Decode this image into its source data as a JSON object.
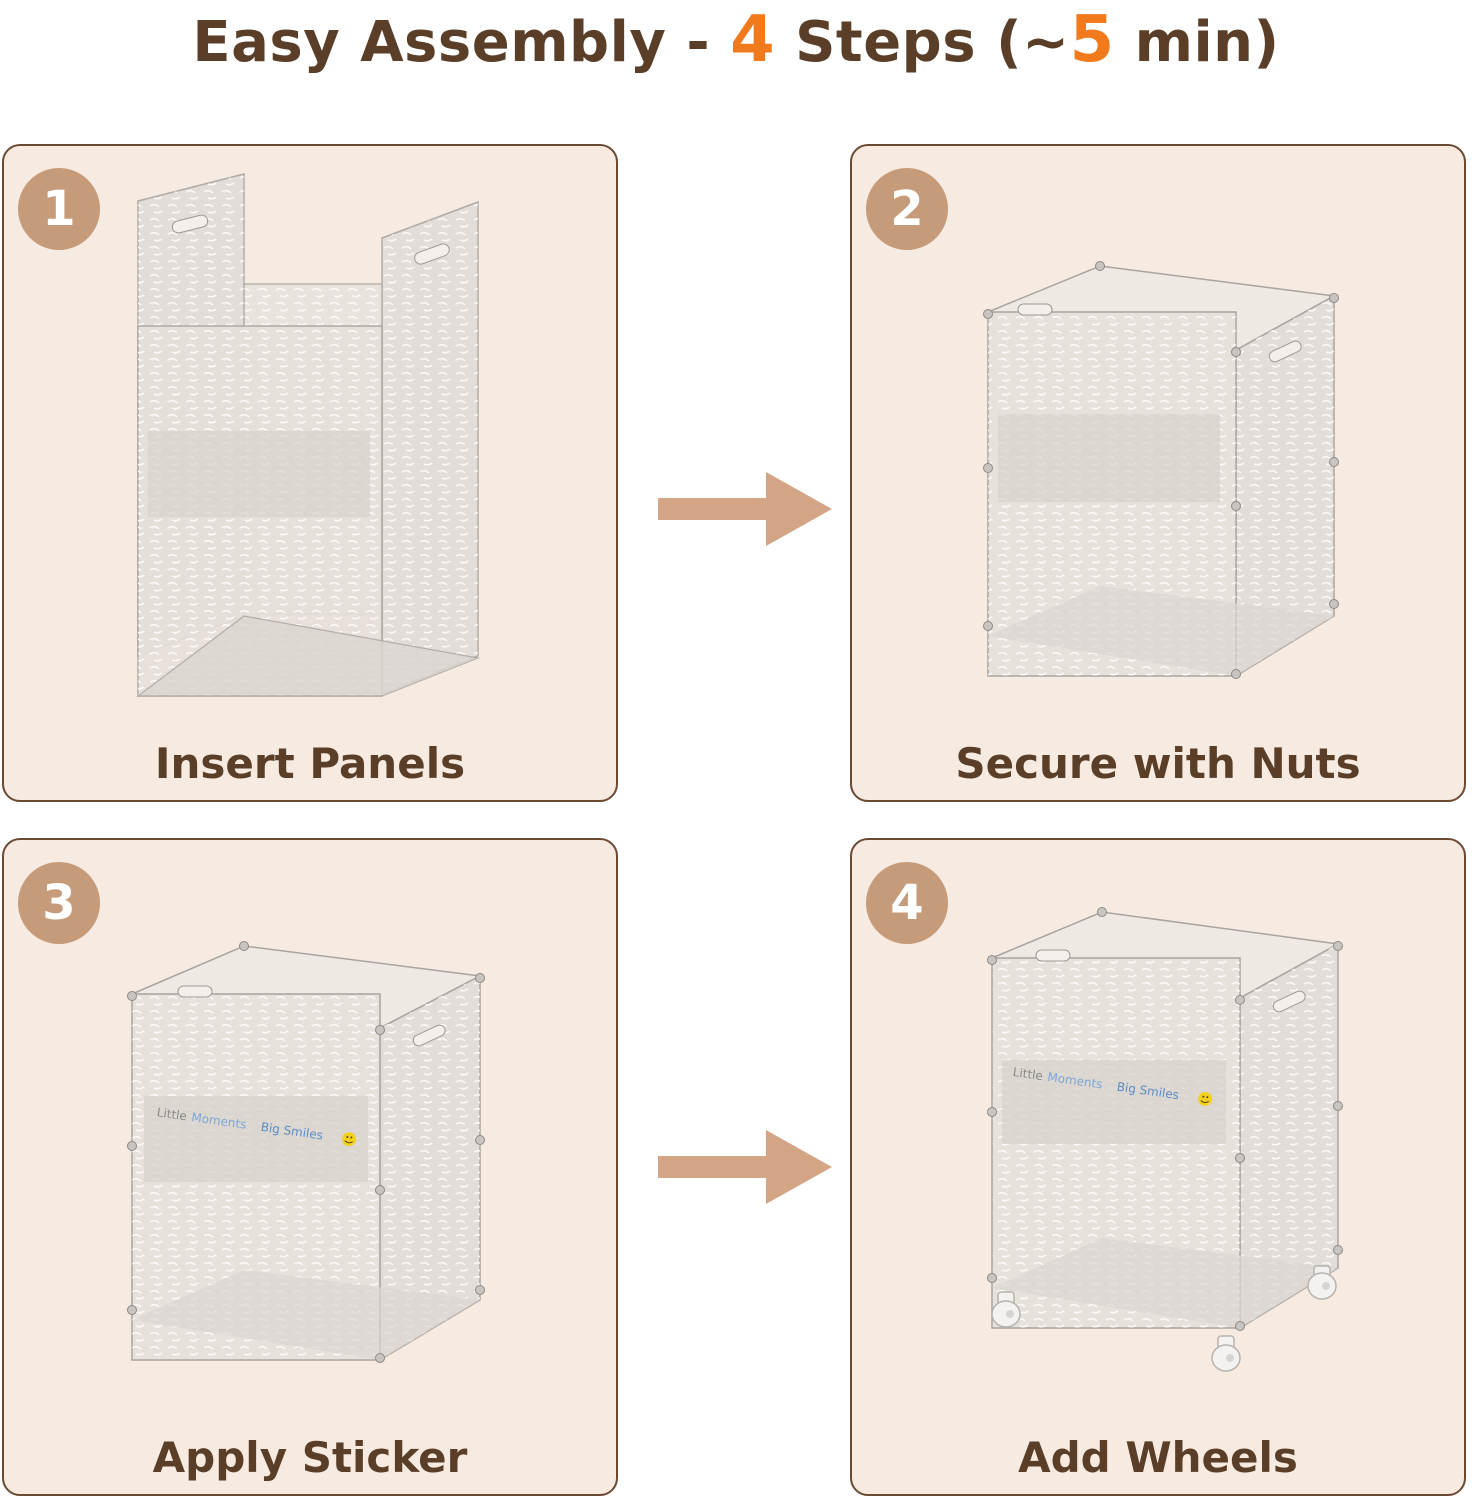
{
  "header": {
    "title_prefix": "Easy Assembly - ",
    "steps_count": "4",
    "title_middle": " Steps (~",
    "minutes": "5",
    "title_suffix": " min)"
  },
  "steps": [
    {
      "number": "1",
      "caption": "Insert Panels"
    },
    {
      "number": "2",
      "caption": "Secure with Nuts"
    },
    {
      "number": "3",
      "caption": "Apply Sticker"
    },
    {
      "number": "4",
      "caption": "Add Wheels"
    }
  ],
  "sticker": {
    "word1": "Little",
    "word2": "Moments",
    "word3": "Big Smiles"
  },
  "colors": {
    "accent": "#f07a1c",
    "title_text": "#5a3e28",
    "card_background": "#f7ebe1",
    "card_border": "#6b4a33",
    "badge": "#c59b7a",
    "arrow": "#d4a584"
  },
  "icons": [
    "right-arrow-icon",
    "right-arrow-icon"
  ]
}
